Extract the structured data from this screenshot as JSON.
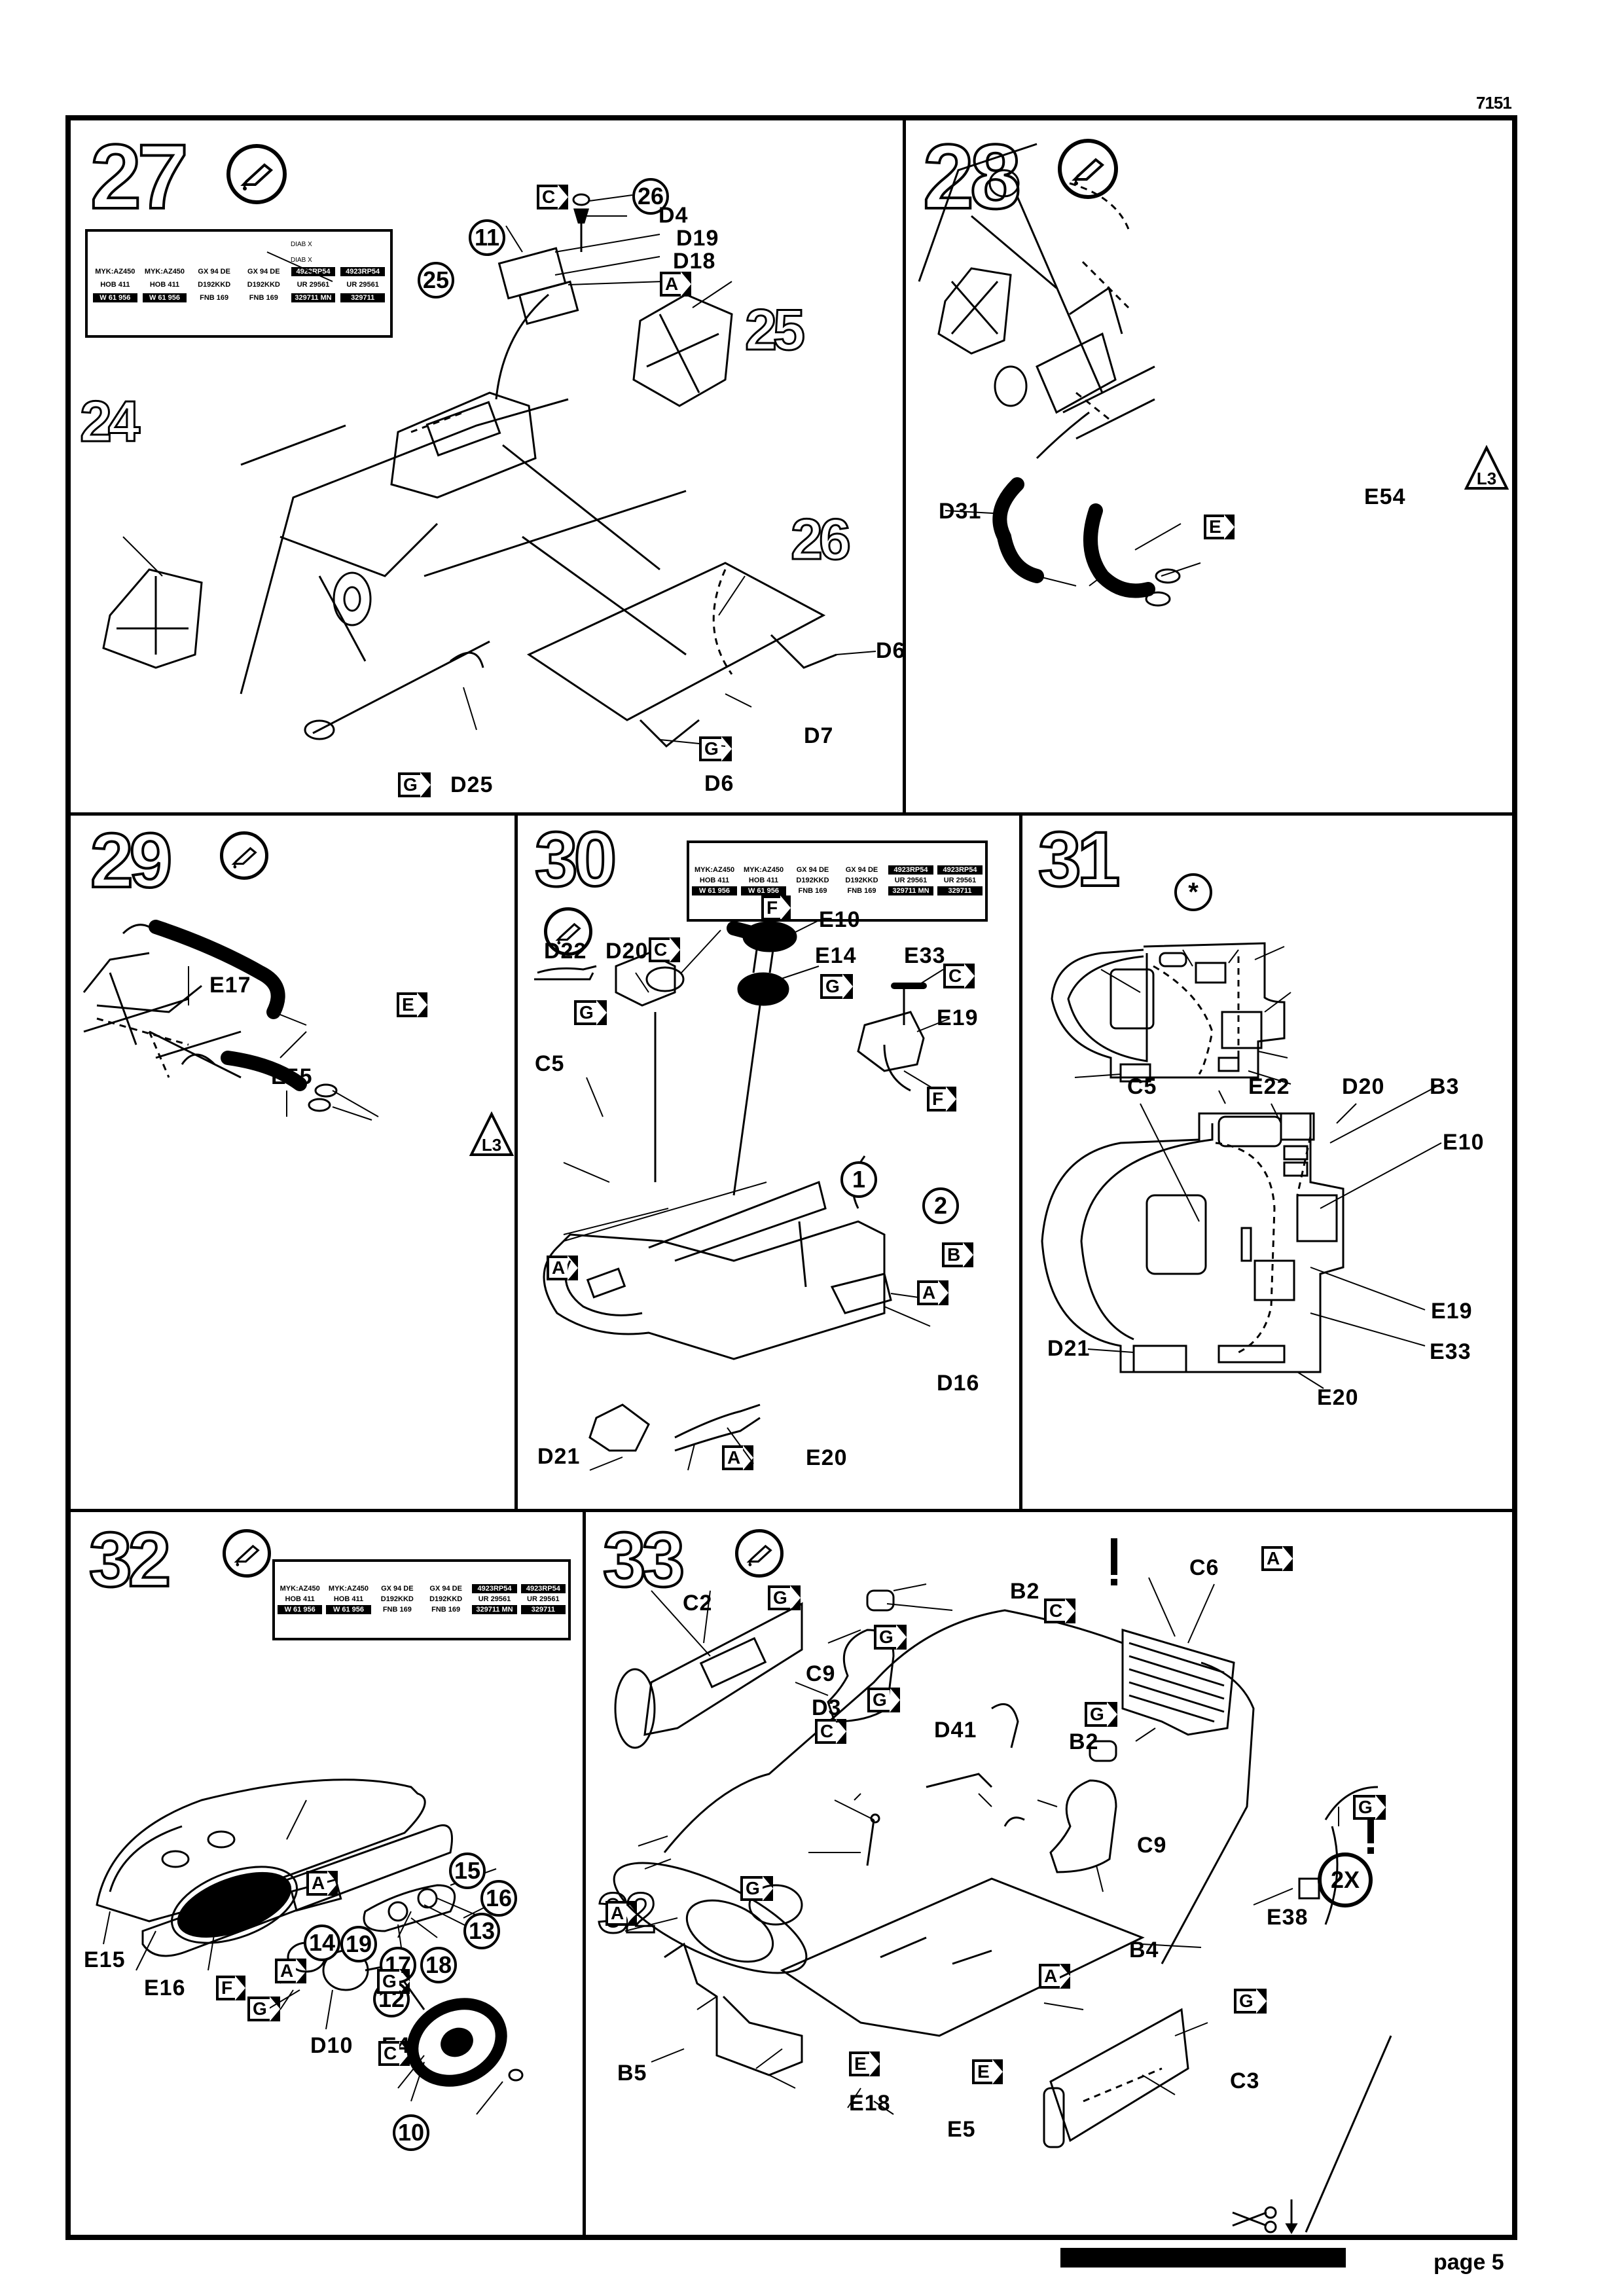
{
  "document": {
    "code": "7151",
    "page_label": "page 5"
  },
  "decal_sheet": {
    "top_marks": [
      "DIAB X",
      "DIAB X"
    ],
    "plates": [
      {
        "text": "MYK:AZ450",
        "dark": false
      },
      {
        "text": "MYK:AZ450",
        "dark": false
      },
      {
        "text": "GX 94 DE",
        "dark": false
      },
      {
        "text": "GX 94 DE",
        "dark": false
      },
      {
        "text": "4923RP54",
        "dark": true
      },
      {
        "text": "4923RP54",
        "dark": true
      },
      {
        "text": "HOB 411",
        "dark": false
      },
      {
        "text": "HOB 411",
        "dark": false
      },
      {
        "text": "D192KKD",
        "dark": false
      },
      {
        "text": "D192KKD",
        "dark": false
      },
      {
        "text": "UR 29561",
        "dark": false
      },
      {
        "text": "UR 29561",
        "dark": false
      },
      {
        "text": "W 61 956",
        "dark": true
      },
      {
        "text": "W 61 956",
        "dark": true
      },
      {
        "text": "FNB 169",
        "dark": false
      },
      {
        "text": "FNB 169",
        "dark": false
      },
      {
        "text": "329711 MN",
        "dark": true
      },
      {
        "text": "329711",
        "dark": true
      }
    ]
  },
  "steps": [
    {
      "number": "27",
      "icon": "glue-icon",
      "sub_assemblies": [
        "24",
        "25",
        "26"
      ],
      "part_refs": [
        "26",
        "11",
        "25"
      ],
      "parts": [
        "D4",
        "D19",
        "D18",
        "D6",
        "D7",
        "D6",
        "D25"
      ],
      "color_flags": [
        "C",
        "A",
        "G",
        "G"
      ]
    },
    {
      "number": "28",
      "icon": "glue-icon",
      "parts": [
        "D31",
        "E54"
      ],
      "color_flags": [
        "E"
      ],
      "triangle_marker": "L3"
    },
    {
      "number": "29",
      "icon": "glue-icon",
      "parts": [
        "E17",
        "E55"
      ],
      "color_flags": [
        "E"
      ],
      "triangle_marker": "L3"
    },
    {
      "number": "30",
      "icon": "glue-icon",
      "parts": [
        "E10",
        "D22",
        "D20",
        "E14",
        "E33",
        "E19",
        "C5",
        "D16",
        "D21",
        "E20"
      ],
      "part_refs": [
        "1",
        "2"
      ],
      "color_flags": [
        "F",
        "C",
        "C",
        "G",
        "G",
        "F",
        "B",
        "A",
        "A",
        "A"
      ]
    },
    {
      "number": "31",
      "icon": "asterisk-icon",
      "icon_glyph": "*",
      "parts": [
        "C5",
        "E22",
        "D20",
        "B3",
        "E10",
        "E19",
        "D21",
        "E33",
        "E20"
      ]
    },
    {
      "number": "32",
      "icon": "glue-icon",
      "part_refs": [
        "15",
        "16",
        "13",
        "14",
        "19",
        "17",
        "18",
        "12",
        "10"
      ],
      "parts": [
        "E15",
        "E16",
        "D10",
        "E4"
      ],
      "color_flags": [
        "A",
        "A",
        "F",
        "G",
        "G",
        "C"
      ]
    },
    {
      "number": "33",
      "icon": "glue-icon",
      "sub_assembly": "32",
      "parts": [
        "C6",
        "B2",
        "C2",
        "B2",
        "C9",
        "D3",
        "D41",
        "C9",
        "E38",
        "B4",
        "B5",
        "E18",
        "E5",
        "C3"
      ],
      "color_flags": [
        "A",
        "G",
        "C",
        "G",
        "G",
        "C",
        "G",
        "G",
        "G",
        "A",
        "A",
        "E",
        "E",
        "G"
      ],
      "quantity_badge": "2X",
      "warning_glyph": "!"
    }
  ]
}
